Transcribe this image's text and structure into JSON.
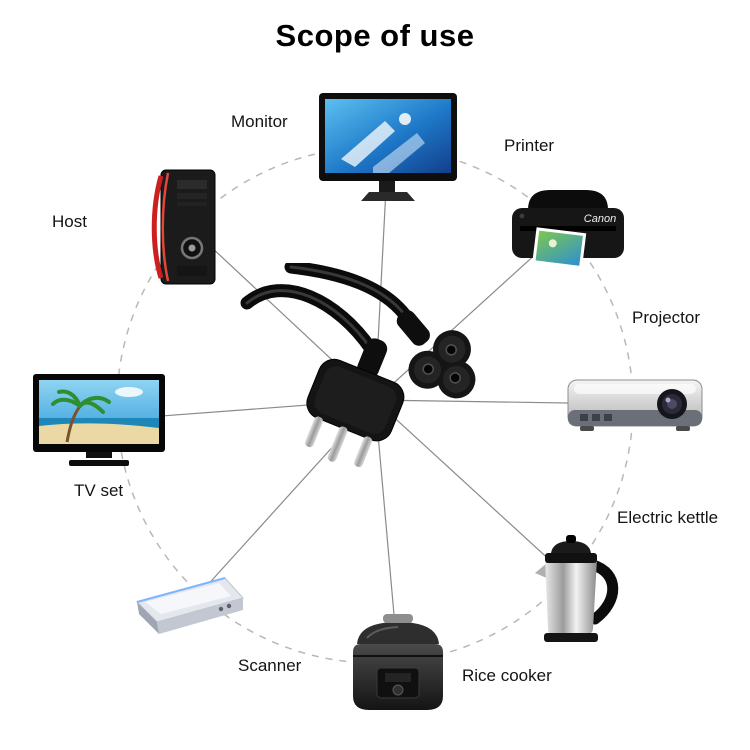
{
  "title": "Scope of use",
  "items": {
    "monitor": {
      "label": "Monitor"
    },
    "printer": {
      "label": "Printer",
      "brand": "Canon"
    },
    "host": {
      "label": "Host"
    },
    "projector": {
      "label": "Projector"
    },
    "tv": {
      "label": "TV set"
    },
    "kettle": {
      "label": "Electric kettle"
    },
    "scanner": {
      "label": "Scanner"
    },
    "rice_cooker": {
      "label": "Rice cooker"
    }
  },
  "center_item": {
    "name": "power cord with 3-pin plug and C5 cloverleaf connector"
  },
  "colors": {
    "background": "#ffffff",
    "title_text": "#000000",
    "label_text": "#141414",
    "dashed_circle": "#b8b8b8",
    "connector_line": "#8a8a8a",
    "cable_black": "#0b0b0b",
    "host_accent_red": "#cc1f1f",
    "monitor_screen_blue": "#1e78c8"
  }
}
